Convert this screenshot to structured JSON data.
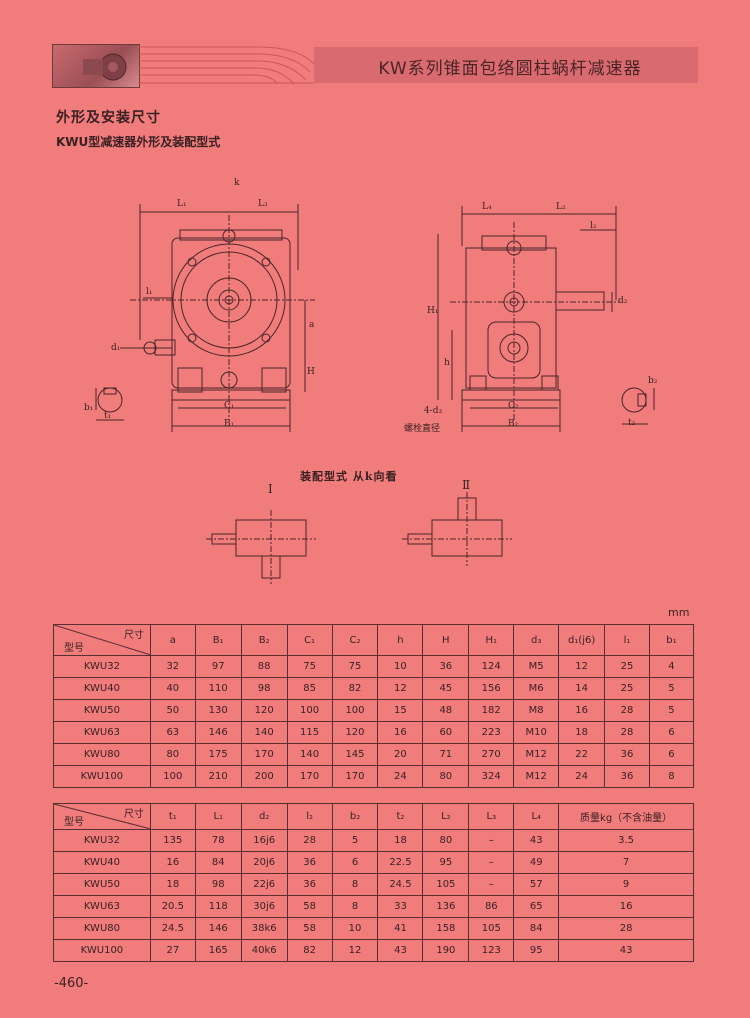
{
  "header": {
    "title": "KW系列锥面包络圆柱蜗杆减速器"
  },
  "section": {
    "title": "外形及安装尺寸",
    "subtitle": "KWU型减速器外形及装配型式"
  },
  "drawing_labels": {
    "k": "k",
    "L1": "L₁",
    "L3": "L₃",
    "l1": "l₁",
    "a": "a",
    "d1": "d₁",
    "H": "H",
    "C1": "C₁",
    "B1": "B₁",
    "b1": "b₁",
    "t1": "t₁",
    "L4": "L₄",
    "L2": "L₂",
    "l2": "l₂",
    "d2": "d₂",
    "H1": "H₁",
    "h": "h",
    "d3_count": "4-d₃",
    "bolt_diameter": "螺栓直径",
    "C2": "C₂",
    "B2": "B₂",
    "b2": "b₂",
    "t2": "t₂"
  },
  "assembly": {
    "title": "装配型式  从k向看",
    "form1": "Ⅰ",
    "form2": "Ⅱ"
  },
  "unit": "mm",
  "table1": {
    "corner_top": "尺寸",
    "corner_bottom": "型号",
    "headers": [
      "a",
      "B₁",
      "B₂",
      "C₁",
      "C₂",
      "h",
      "H",
      "H₁",
      "d₃",
      "d₁(j6)",
      "l₁",
      "b₁"
    ],
    "rows": [
      [
        "KWU32",
        "32",
        "97",
        "88",
        "75",
        "75",
        "10",
        "36",
        "124",
        "M5",
        "12",
        "25",
        "4"
      ],
      [
        "KWU40",
        "40",
        "110",
        "98",
        "85",
        "82",
        "12",
        "45",
        "156",
        "M6",
        "14",
        "25",
        "5"
      ],
      [
        "KWU50",
        "50",
        "130",
        "120",
        "100",
        "100",
        "15",
        "48",
        "182",
        "M8",
        "16",
        "28",
        "5"
      ],
      [
        "KWU63",
        "63",
        "146",
        "140",
        "115",
        "120",
        "16",
        "60",
        "223",
        "M10",
        "18",
        "28",
        "6"
      ],
      [
        "KWU80",
        "80",
        "175",
        "170",
        "140",
        "145",
        "20",
        "71",
        "270",
        "M12",
        "22",
        "36",
        "6"
      ],
      [
        "KWU100",
        "100",
        "210",
        "200",
        "170",
        "170",
        "24",
        "80",
        "324",
        "M12",
        "24",
        "36",
        "8"
      ]
    ]
  },
  "table2": {
    "corner_top": "尺寸",
    "corner_bottom": "型号",
    "headers": [
      "t₁",
      "L₁",
      "d₂",
      "l₂",
      "b₂",
      "t₂",
      "L₂",
      "L₃",
      "L₄",
      "质量kg（不含油量）"
    ],
    "rows": [
      [
        "KWU32",
        "135",
        "78",
        "16j6",
        "28",
        "5",
        "18",
        "80",
        "–",
        "43",
        "3.5"
      ],
      [
        "KWU40",
        "16",
        "84",
        "20j6",
        "36",
        "6",
        "22.5",
        "95",
        "–",
        "49",
        "7"
      ],
      [
        "KWU50",
        "18",
        "98",
        "22j6",
        "36",
        "8",
        "24.5",
        "105",
        "–",
        "57",
        "9"
      ],
      [
        "KWU63",
        "20.5",
        "118",
        "30j6",
        "58",
        "8",
        "33",
        "136",
        "86",
        "65",
        "16"
      ],
      [
        "KWU80",
        "24.5",
        "146",
        "38k6",
        "58",
        "10",
        "41",
        "158",
        "105",
        "84",
        "28"
      ],
      [
        "KWU100",
        "27",
        "165",
        "40k6",
        "82",
        "12",
        "43",
        "190",
        "123",
        "95",
        "43"
      ]
    ]
  },
  "page_number": "-460-"
}
